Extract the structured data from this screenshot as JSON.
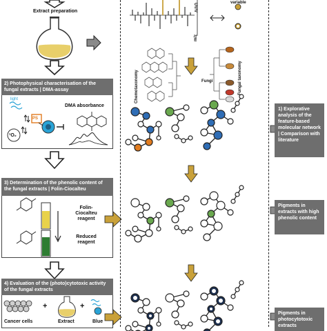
{
  "top": {
    "extract_label": "Extract preparation",
    "axis_label_y": "UV/V",
    "axis_label_x": "m/z",
    "variable_label": "variable",
    "chemotaxonomy_label": "Chemotaxonomy",
    "fungi_label": "Fungi",
    "fungal_taxonomy_label": "Fungal taxonomy"
  },
  "step2": {
    "title": "2) Photophysical characterisation of the fungal extracts | DMA-assay",
    "light_label": "light",
    "ps_label": "PS",
    "singlet_oxygen_label": "¹O₂",
    "dma_label": "DMA absorbance"
  },
  "step3": {
    "title": "3) Determination of the phenolic content of the fungal extracts | Folin-Ciocalteu",
    "reagent_label": "Folin-Ciocalteu reagent",
    "reduced_label": "Reduced reagent"
  },
  "step4": {
    "title": "4) Evaluation of the (photo)cytotoxic activity of the fungal extracts",
    "cancer_label": "Cancer cells",
    "extract_label": "Extract",
    "blue_label": "Blue",
    "plus1": "+",
    "plus2": "+"
  },
  "outputs": [
    {
      "label": "1) Explorative analysis of the feature-based molecular network | Comparison with literature"
    },
    {
      "label": "Pigments in extracts with high phenolic content"
    },
    {
      "label": "Pigments in photocytotoxic extracts"
    }
  ],
  "colors": {
    "box_grey": "#6e6e6e",
    "node_blue": "#2f6db5",
    "node_green": "#6aa84f",
    "node_orange": "#e07b1f",
    "node_navy": "#1c2f4f",
    "arrow_gold": "#c9a13a",
    "arrow_grey": "#8a8a8a",
    "extract_yellow": "#e8cf6a",
    "green_liquid": "#2e7d32"
  }
}
